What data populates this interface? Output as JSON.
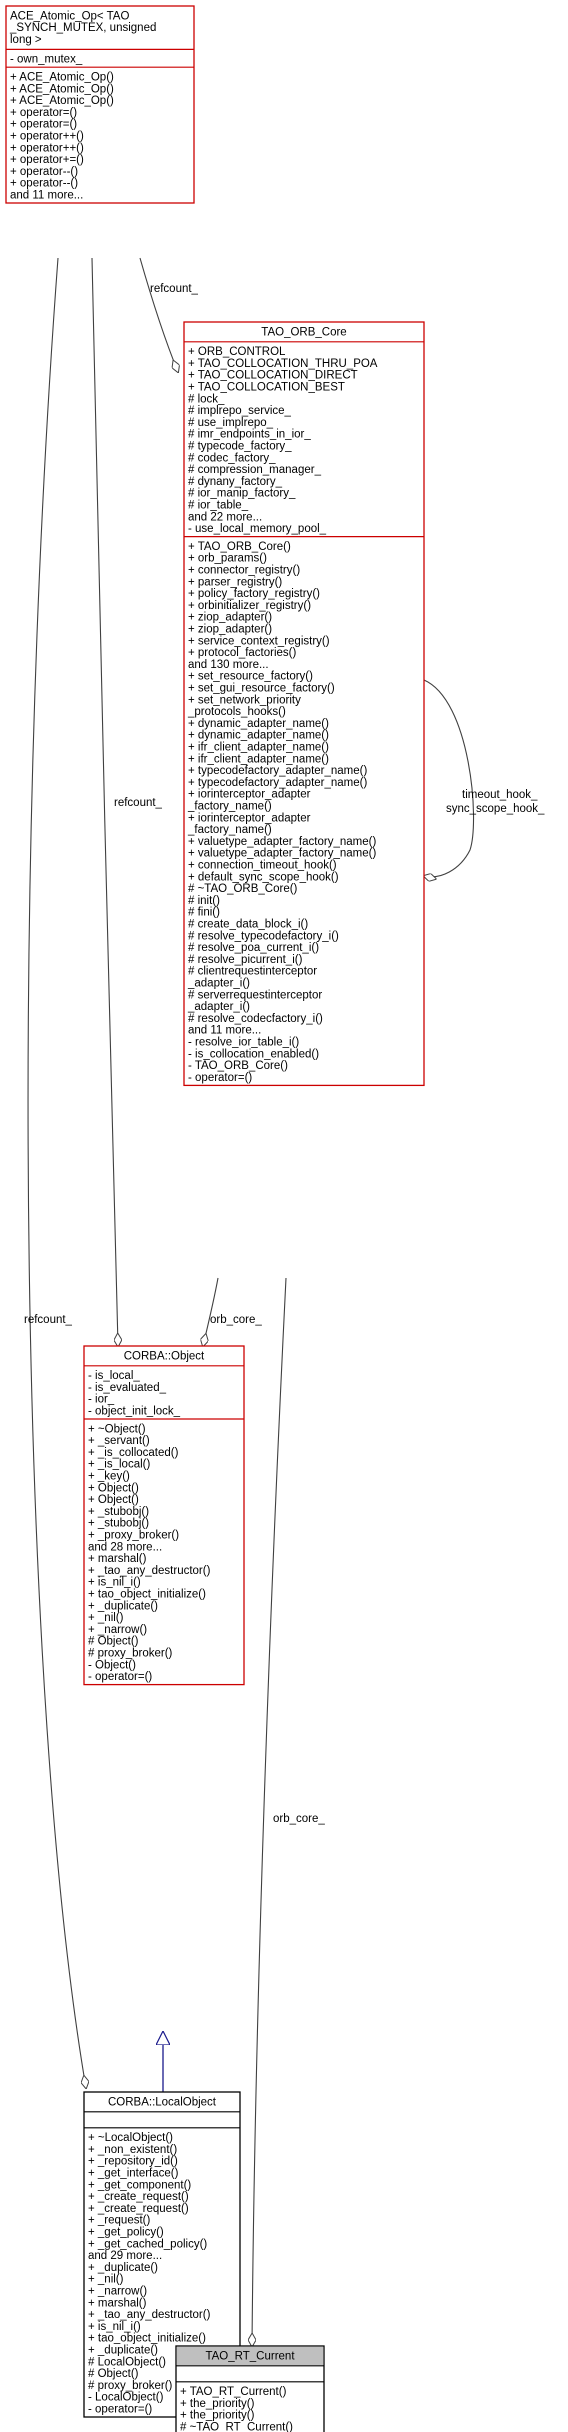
{
  "classes": [
    {
      "id": "ace",
      "title": [
        "ACE_Atomic_Op< TAO",
        "_SYNCH_MUTEX, unsigned",
        "long >"
      ],
      "attributes": [
        "- own_mutex_"
      ],
      "methods": [
        "+ ACE_Atomic_Op()",
        "+ ACE_Atomic_Op()",
        "+ ACE_Atomic_Op()",
        "+ operator=()",
        "+ operator=()",
        "+ operator++()",
        "+ operator++()",
        "+ operator+=()",
        "+ operator--()",
        "+ operator--()",
        "and 11 more..."
      ],
      "border_color": "#cc0000",
      "highlight": false
    },
    {
      "id": "orbcore",
      "title": [
        "TAO_ORB_Core"
      ],
      "attributes": [
        "+ ORB_CONTROL",
        "+ TAO_COLLOCATION_THRU_POA",
        "+ TAO_COLLOCATION_DIRECT",
        "+ TAO_COLLOCATION_BEST",
        "# lock_",
        "# implrepo_service_",
        "# use_implrepo_",
        "# imr_endpoints_in_ior_",
        "# typecode_factory_",
        "# codec_factory_",
        "# compression_manager_",
        "# dynany_factory_",
        "# ior_manip_factory_",
        "# ior_table_",
        "and 22 more...",
        "- use_local_memory_pool_"
      ],
      "methods": [
        "+ TAO_ORB_Core()",
        "+ orb_params()",
        "+ connector_registry()",
        "+ parser_registry()",
        "+ policy_factory_registry()",
        "+ orbinitializer_registry()",
        "+ ziop_adapter()",
        "+ ziop_adapter()",
        "+ service_context_registry()",
        "+ protocol_factories()",
        "and 130 more...",
        "+ set_resource_factory()",
        "+ set_gui_resource_factory()",
        "+ set_network_priority",
        "_protocols_hooks()",
        "+ dynamic_adapter_name()",
        "+ dynamic_adapter_name()",
        "+ ifr_client_adapter_name()",
        "+ ifr_client_adapter_name()",
        "+ typecodefactory_adapter_name()",
        "+ typecodefactory_adapter_name()",
        "+ iorinterceptor_adapter",
        "_factory_name()",
        "+ iorinterceptor_adapter",
        "_factory_name()",
        "+ valuetype_adapter_factory_name()",
        "+ valuetype_adapter_factory_name()",
        "+ connection_timeout_hook()",
        "+ default_sync_scope_hook()",
        "# ~TAO_ORB_Core()",
        "# init()",
        "# fini()",
        "# create_data_block_i()",
        "# resolve_typecodefactory_i()",
        "# resolve_poa_current_i()",
        "# resolve_picurrent_i()",
        "# clientrequestinterceptor",
        "_adapter_i()",
        "# serverrequestinterceptor",
        "_adapter_i()",
        "# resolve_codecfactory_i()",
        "and 11 more...",
        "- resolve_ior_table_i()",
        "- is_collocation_enabled()",
        "- TAO_ORB_Core()",
        "- operator=()"
      ],
      "border_color": "#cc0000",
      "highlight": false
    },
    {
      "id": "object",
      "title": [
        "CORBA::Object"
      ],
      "attributes": [
        "- is_local_",
        "- is_evaluated_",
        "- ior_",
        "- object_init_lock_"
      ],
      "methods": [
        "+ ~Object()",
        "+ _servant()",
        "+ _is_collocated()",
        "+ _is_local()",
        "+ _key()",
        "+ Object()",
        "+ Object()",
        "+ _stubobj()",
        "+ _stubobj()",
        "+ _proxy_broker()",
        "and 28 more...",
        "+ marshal()",
        "+ _tao_any_destructor()",
        "+ is_nil_i()",
        "+ tao_object_initialize()",
        "+ _duplicate()",
        "+ _nil()",
        "+ _narrow()",
        "# Object()",
        "# proxy_broker()",
        "- Object()",
        "- operator=()"
      ],
      "border_color": "#cc0000",
      "highlight": false
    },
    {
      "id": "localobject",
      "title": [
        "CORBA::LocalObject"
      ],
      "attributes": [],
      "methods": [
        "+ ~LocalObject()",
        "+ _non_existent()",
        "+ _repository_id()",
        "+ _get_interface()",
        "+ _get_component()",
        "+ _create_request()",
        "+ _create_request()",
        "+ _request()",
        "+ _get_policy()",
        "+ _get_cached_policy()",
        "and 29 more...",
        "+ _duplicate()",
        "+ _nil()",
        "+ _narrow()",
        "+ marshal()",
        "+ _tao_any_destructor()",
        "+ is_nil_i()",
        "+ tao_object_initialize()",
        "+ _duplicate()",
        "# LocalObject()",
        "# Object()",
        "# proxy_broker()",
        "- LocalObject()",
        "- operator=()"
      ],
      "border_color": "#000000",
      "highlight": false
    },
    {
      "id": "rtcurrent",
      "title": [
        "TAO_RT_Current"
      ],
      "attributes": [],
      "methods": [
        "+ TAO_RT_Current()",
        "+ the_priority()",
        "+ the_priority()",
        "# ~TAO_RT_Current()"
      ],
      "border_color": "#000000",
      "highlight": true,
      "highlight_color": "#bfbfbf"
    }
  ],
  "edge_labels": {
    "refcount_orbcore": "refcount_",
    "refcount_object": "refcount_",
    "refcount_localobject": "refcount_",
    "orb_core_object": "orb_core_",
    "orb_core_rtcurrent": "orb_core_",
    "timeout_hook": "timeout_hook_",
    "sync_scope_hook": "sync_scope_hook_"
  },
  "colors": {
    "uml_border": "#cc0000",
    "inheritance_arrow": "#1a1a8c",
    "association_line": "#404040"
  }
}
